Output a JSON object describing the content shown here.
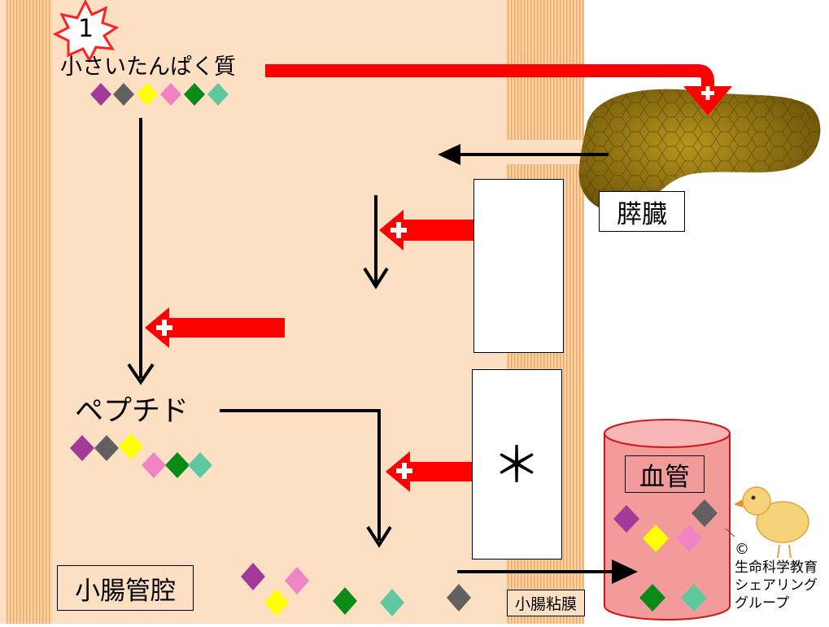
{
  "labels": {
    "step_number": "1",
    "small_protein": "小さいたんぱく質",
    "peptide": "ペプチド",
    "pancreas": "膵臓",
    "intestinal_lumen": "小腸管腔",
    "intestinal_mucosa": "小腸粘膜",
    "blood_vessel": "血管",
    "asterisk": "＊",
    "copyright_symbol": "©",
    "credit_line1": "生命科学教育",
    "credit_line2": "シェアリング",
    "credit_line3": "グループ"
  },
  "colors": {
    "lumen_background": "#fde0c4",
    "wall_stripe": "#f4b879",
    "red_arrow": "#ff0000",
    "black_arrow": "#000000",
    "pancreas": "#9a7c12",
    "vessel": "#f39a9a",
    "vessel_top": "#f7b6b6",
    "amino_purple": "#a33a9a",
    "amino_gray": "#606060",
    "amino_yellow": "#ffff00",
    "amino_pink": "#f084c4",
    "amino_green": "#0a8a16",
    "amino_teal": "#60c8a0"
  },
  "icons": {
    "step_badge": "starburst-icon",
    "plus": "plus-icon",
    "mascot": "chick-icon"
  }
}
